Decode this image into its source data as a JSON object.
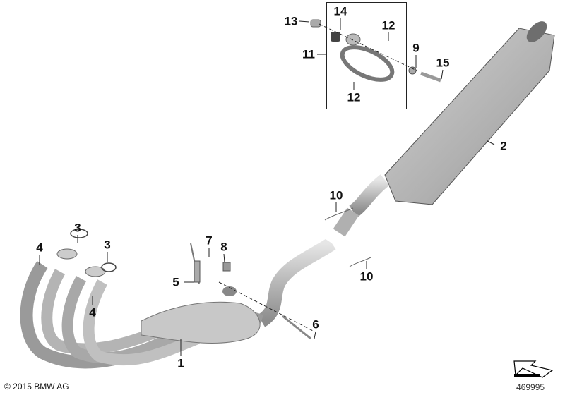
{
  "copyright": "© 2015 BMW AG",
  "diagram_number": "469995",
  "callouts": [
    {
      "id": "13",
      "label": "13",
      "part": "screw"
    },
    {
      "id": "14",
      "label": "14",
      "part": "rubber-bush"
    },
    {
      "id": "12a",
      "label": "12",
      "part": "screw"
    },
    {
      "id": "11",
      "label": "11",
      "part": "muffler-bracket"
    },
    {
      "id": "9",
      "label": "9",
      "part": "washer"
    },
    {
      "id": "15",
      "label": "15",
      "part": "bolt"
    },
    {
      "id": "12b",
      "label": "12",
      "part": "screw"
    },
    {
      "id": "2",
      "label": "2",
      "part": "rear-silencer"
    },
    {
      "id": "10a",
      "label": "10",
      "part": "tension-spring"
    },
    {
      "id": "10b",
      "label": "10",
      "part": "tension-spring"
    },
    {
      "id": "3a",
      "label": "3",
      "part": "gasket-ring"
    },
    {
      "id": "3b",
      "label": "3",
      "part": "gasket-ring"
    },
    {
      "id": "4a",
      "label": "4",
      "part": "nut"
    },
    {
      "id": "4b",
      "label": "4",
      "part": "nut"
    },
    {
      "id": "7",
      "label": "7",
      "part": "sealing-ring"
    },
    {
      "id": "8",
      "label": "8",
      "part": "screw-plug"
    },
    {
      "id": "5",
      "label": "5",
      "part": "lambda-sensor"
    },
    {
      "id": "6",
      "label": "6",
      "part": "bolt"
    },
    {
      "id": "1",
      "label": "1",
      "part": "exhaust-manifold-catalytic-converter"
    }
  ]
}
